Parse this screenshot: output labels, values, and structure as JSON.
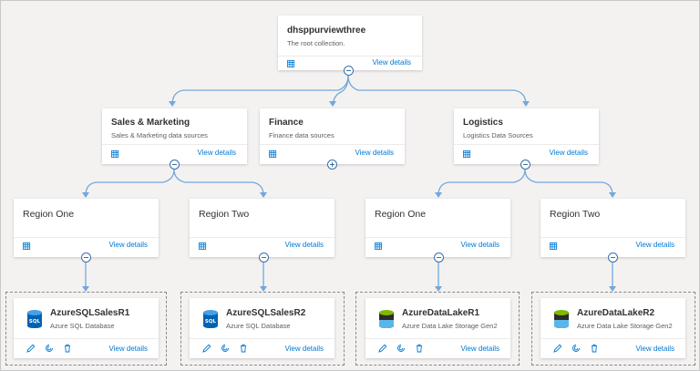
{
  "root": {
    "name": "dhsppurviewthree",
    "description": "The root collection.",
    "view": "View details"
  },
  "level1": [
    {
      "name": "Sales & Marketing",
      "description": "Sales & Marketing data sources",
      "view": "View details"
    },
    {
      "name": "Finance",
      "description": "Finance data sources",
      "view": "View details"
    },
    {
      "name": "Logistics",
      "description": "Logistics Data Sources",
      "view": "View details"
    }
  ],
  "level2": [
    {
      "name": "Region One",
      "view": "View details"
    },
    {
      "name": "Region Two",
      "view": "View details"
    },
    {
      "name": "Region One",
      "view": "View details"
    },
    {
      "name": "Region Two",
      "view": "View details"
    }
  ],
  "sources": [
    {
      "name": "AzureSQLSalesR1",
      "type": "Azure SQL Database",
      "icon": "azure-sql-icon",
      "view": "View details"
    },
    {
      "name": "AzureSQLSalesR2",
      "type": "Azure SQL Database",
      "icon": "azure-sql-icon",
      "view": "View details"
    },
    {
      "name": "AzureDataLakeR1",
      "type": "Azure Data Lake Storage Gen2",
      "icon": "data-lake-icon",
      "view": "View details"
    },
    {
      "name": "AzureDataLakeR2",
      "type": "Azure Data Lake Storage Gen2",
      "icon": "data-lake-icon",
      "view": "View details"
    }
  ],
  "colors": {
    "link": "#0078d4",
    "connector": "#72a8dc",
    "background": "#f3f2f1"
  }
}
